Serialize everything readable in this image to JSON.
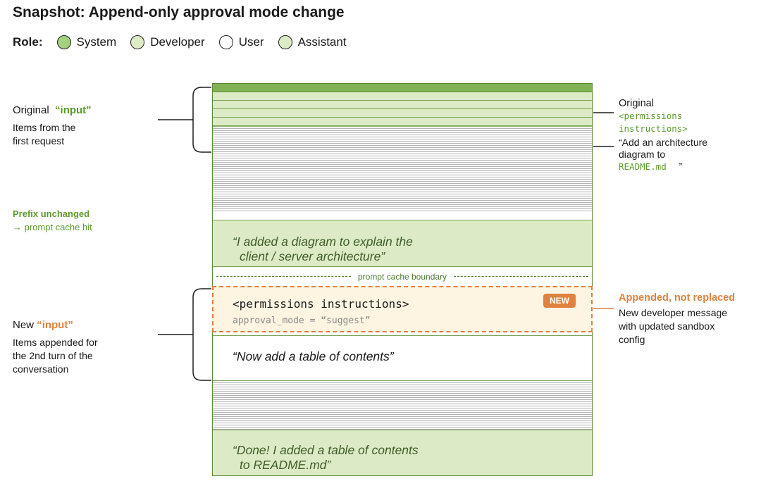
{
  "title": "Snapshot: Append-only approval mode change",
  "legend": {
    "label": "Role:",
    "items": [
      {
        "name": "System",
        "color": "#a3d17f"
      },
      {
        "name": "Developer",
        "color": "#dcebc6"
      },
      {
        "name": "User",
        "color": "#ffffff"
      },
      {
        "name": "Assistant",
        "color": "#dcebc6"
      }
    ]
  },
  "left_notes": {
    "original_heading": "Original",
    "original_keyword": "“input”",
    "original_desc_1": "Items from the",
    "original_desc_2": "first request",
    "prefix_line_1": "Prefix unchanged",
    "prefix_line_2": "→ prompt cache hit",
    "new_heading": "New",
    "new_keyword": "“input”",
    "new_desc_1": "Items appended for",
    "new_desc_2": "the 2nd turn of the",
    "new_desc_3": "conversation"
  },
  "right_notes": {
    "original_label": "Original",
    "perm_tag_1": "<permissions",
    "perm_tag_2": "instructions>",
    "quote_1": "“Add an architecture",
    "quote_2": "diagram to",
    "quote_file": "README.md",
    "quote_close": "”",
    "appended_heading": "Appended, not replaced",
    "appended_desc_1": "New developer message",
    "appended_desc_2": "with updated sandbox",
    "appended_desc_3": "config"
  },
  "stack": {
    "assistant_reply_1_line_1": "“I added a diagram to explain the",
    "assistant_reply_1_line_2": "client / server architecture”",
    "cache_boundary_label": "prompt cache boundary",
    "new_developer": {
      "tag": "<permissions instructions>",
      "config": "approval_mode = “suggest”",
      "badge": "NEW"
    },
    "user_message": "“Now add a table of contents”",
    "assistant_reply_2_line_1": "“Done! I added a table of contents",
    "assistant_reply_2_line_2": "to README.md”"
  },
  "colors": {
    "system_green": "#82b253",
    "light_green": "#dcebc6",
    "accent_green": "#5c9a2c",
    "accent_orange": "#e0823e",
    "new_bg": "#fdf4e2"
  }
}
